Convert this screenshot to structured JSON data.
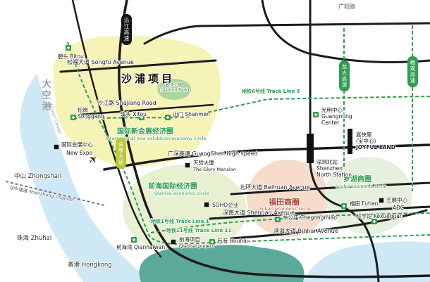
{
  "colors": {
    "water": "#cfe8f6",
    "zone_yellow": "#f6f2b3",
    "zone_qianhai": "#e4efcd",
    "zone_futian": "#f6d8c6",
    "zone_luohu": "#e2f0d8",
    "hk_teal": "#5ba99a",
    "metro_green": "#2e9e4f",
    "road_black": "#1c1c1c",
    "futian_text": "#b5432a"
  },
  "regions": {
    "shapu": {
      "title": "沙浦项目"
    },
    "expo": {
      "zh": "国际新会展经济圈",
      "en": "International new exhibition economy circle"
    },
    "qianhai": {
      "zh": "前海国际经济圈",
      "en": "Qianhai economic circle"
    },
    "futian": {
      "zh": "福田商圈",
      "en": "Futian economic circle"
    },
    "luohu": {
      "zh": "罗湖商圈",
      "en": "Luohu economic circle"
    },
    "park": {
      "zh": "桥头公园",
      "en": "(Qiaotou Park)"
    }
  },
  "roads": {
    "guangyang": "广阳路",
    "songfu": "松福大道 Songfu Avenue",
    "shajiang": "沙江路 Shajiang Road",
    "guangshen": "广深高速 GuangShen high speed",
    "beihuan": "北环大道 Beihuan Avenue",
    "shennan": "深南大道 Shennan Avenue",
    "binhai": "滨海大道 Binhai Avenue",
    "szchannel": "深中通道 Shenzhong Channel"
  },
  "expressway_tags": {
    "yanjiang": "沿江高速",
    "huizhan": "会展大道",
    "longda": "龙大高速",
    "meiguan": "梅观高速"
  },
  "metro": {
    "line6": "地铁6号线 Track Line 6",
    "line1": "地铁1号线 Track Line 1",
    "line11": "地铁11号线 Track Line 11"
  },
  "stations": {
    "bitou": "碧头 Bitou",
    "songgang_zh": "松岗",
    "songgang_en": "Songgang",
    "xitou": "溪头 Xitou",
    "shanmen": "山门 Shanmen",
    "qianhaiwan": "前海湾 Qianhaiwan",
    "houhai": "后海 Houhai",
    "chegongmiao": "车公庙 Chegongmiao",
    "futian": "福田 Futian",
    "kexueguan": "科学馆 Kexueguan",
    "guangming_zh": "光明中心",
    "guangming_en": "Guangming Center",
    "szn_zh": "深圳北站",
    "szn_en": "Shenzhen North Station"
  },
  "landmarks": {
    "new_expo_zh": "国际会展中心",
    "new_expo_en": "New Expo",
    "glory_zh": "天骄大厦",
    "glory_en": "The Glory Mansion",
    "soho": "SOHO企业",
    "qianhai_proj_zh": "前海项目",
    "qianhai_proj_en": "Qianhai project",
    "joyful_l1": "嘉快里",
    "joyful_l2": "(宝中心)",
    "joyful_l3": "JOYFUL LAND",
    "adc_zh": "艺展中心",
    "adc_en": "ADC",
    "airport_zh": "大空港",
    "airport_en": "Airport Center"
  },
  "places": {
    "zhongshan": "中山 Zhongshan",
    "zhuhai": "珠海 Zhuhai",
    "hongkong": "香港 Hongkong"
  },
  "icons": {
    "airplane": "✈"
  }
}
